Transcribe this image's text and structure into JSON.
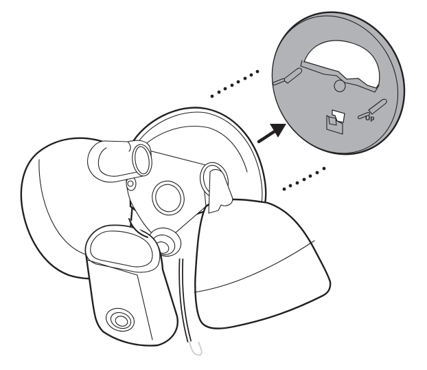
{
  "diagram": {
    "description": "Floodlight camera being attached to a round mounting bracket",
    "bracket": {
      "label": "Up",
      "fill_color": "#b1b3b6"
    },
    "line_color": "#231f20",
    "background_color": "#ffffff",
    "arrow": {
      "direction": "toward-bracket"
    },
    "guide_lines": {
      "style": "dotted",
      "count": 2
    }
  }
}
